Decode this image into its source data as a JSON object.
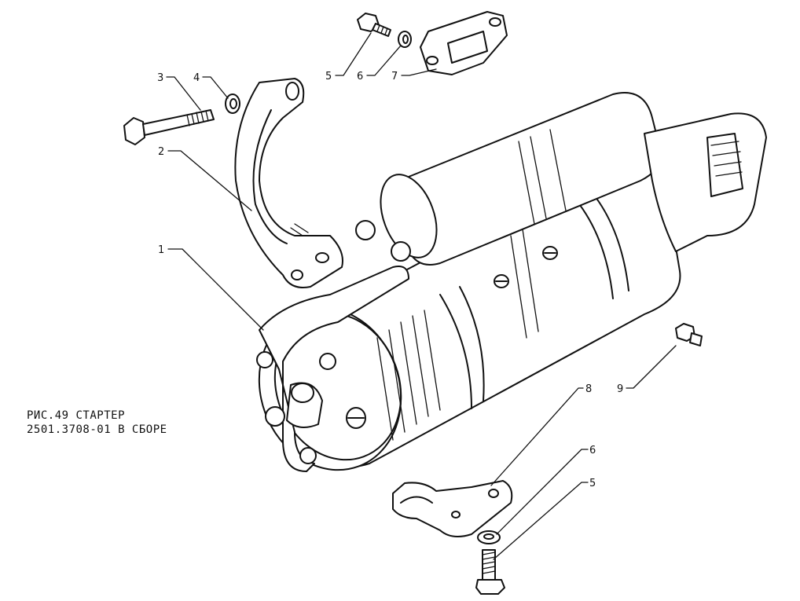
{
  "caption": {
    "line1": "РИС.49 СТАРТЕР",
    "line2": "2501.3708-01 В СБОРЕ"
  },
  "callouts": {
    "c1": "1",
    "c2": "2",
    "c3": "3",
    "c4": "4",
    "c5_top": "5",
    "c6_top": "6",
    "c7": "7",
    "c8": "8",
    "c9": "9",
    "c6_bottom": "6",
    "c5_bottom": "5"
  },
  "colors": {
    "ink": "#111111",
    "paper": "#ffffff"
  }
}
